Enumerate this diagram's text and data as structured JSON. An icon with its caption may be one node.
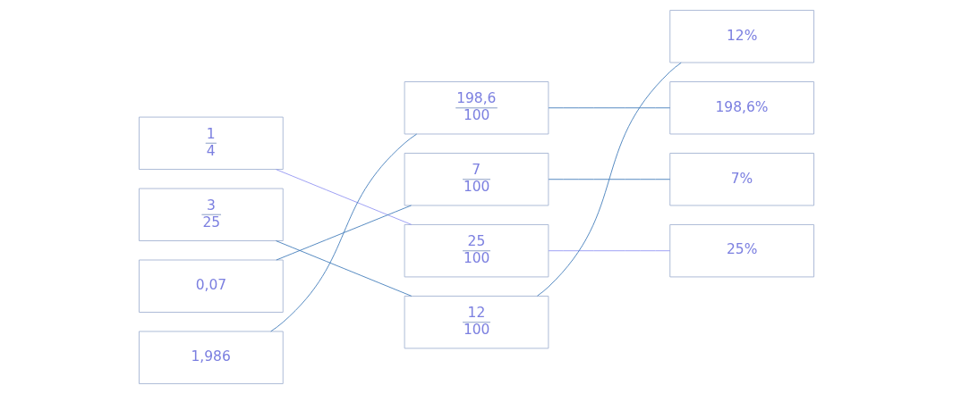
{
  "diagram": {
    "nodes": [
      {
        "text": [
          "1",
          "4"
        ]
      },
      {
        "text": [
          "3",
          "25"
        ]
      },
      {
        "text": [
          "0,07"
        ]
      },
      {
        "text": [
          "1,986"
        ]
      },
      {
        "text": [
          "198,6",
          "100"
        ]
      },
      {
        "text": [
          "7",
          "100"
        ]
      },
      {
        "text": [
          "25",
          "100"
        ]
      },
      {
        "text": [
          "12",
          "100"
        ]
      },
      {
        "text": [
          "12%"
        ]
      },
      {
        "text": [
          "198,6%"
        ]
      },
      {
        "text": [
          "7%"
        ]
      },
      {
        "text": [
          "25%"
        ]
      }
    ],
    "edges": [
      {
        "from": 0,
        "to": 6,
        "arrow": "none",
        "color": "#8f91f2"
      },
      {
        "from": 1,
        "to": 7,
        "arrow": "none"
      },
      {
        "from": 2,
        "to": 5,
        "arrow": "none"
      },
      {
        "from": 3,
        "to": 4,
        "arrow": "none"
      },
      {
        "from": 4,
        "to": 9,
        "arrow": "none"
      },
      {
        "from": 5,
        "to": 10,
        "arrow": "none"
      },
      {
        "from": 6,
        "to": 11,
        "arrow": "none",
        "color": "#8f91f2"
      },
      {
        "from": 7,
        "to": 8,
        "arrow": "none"
      }
    ]
  }
}
